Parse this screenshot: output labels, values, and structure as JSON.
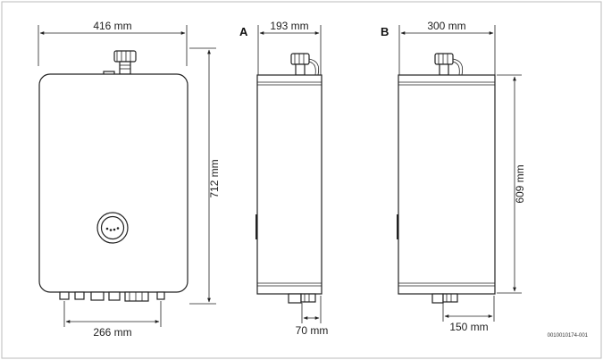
{
  "front_view": {
    "width_label": "416 mm",
    "height_label": "712 mm",
    "connection_spacing_label": "266 mm"
  },
  "side_view_a": {
    "view_label": "A",
    "depth_label": "193 mm",
    "offset_label": "70 mm"
  },
  "side_view_b": {
    "view_label": "B",
    "depth_label": "300 mm",
    "height_label": "609 mm",
    "offset_label": "150 mm"
  },
  "figure_code": "0010010174-001"
}
